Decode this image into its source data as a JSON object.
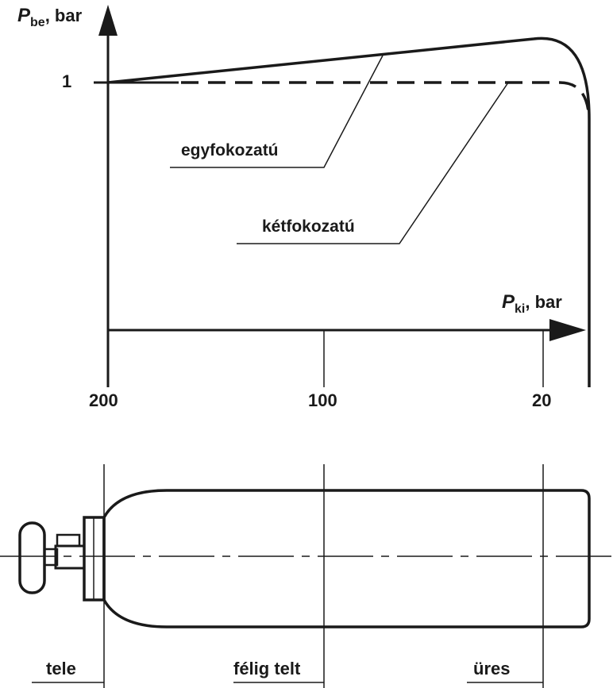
{
  "chart": {
    "y_axis": {
      "symbol": "P",
      "subscript": "be",
      "unit_text": ", bar",
      "tick_one": "1"
    },
    "x_axis": {
      "symbol": "P",
      "subscript": "ki",
      "unit_text": ", bar"
    },
    "ticks": [
      "200",
      "100",
      "20"
    ],
    "curves": {
      "single_stage": "egyfokozatú",
      "two_stage": "kétfokozatú"
    }
  },
  "cylinder": {
    "states": [
      "tele",
      "félig telt",
      "üres"
    ]
  },
  "colors": {
    "ink": "#1a1a1a",
    "background": "#ffffff"
  }
}
